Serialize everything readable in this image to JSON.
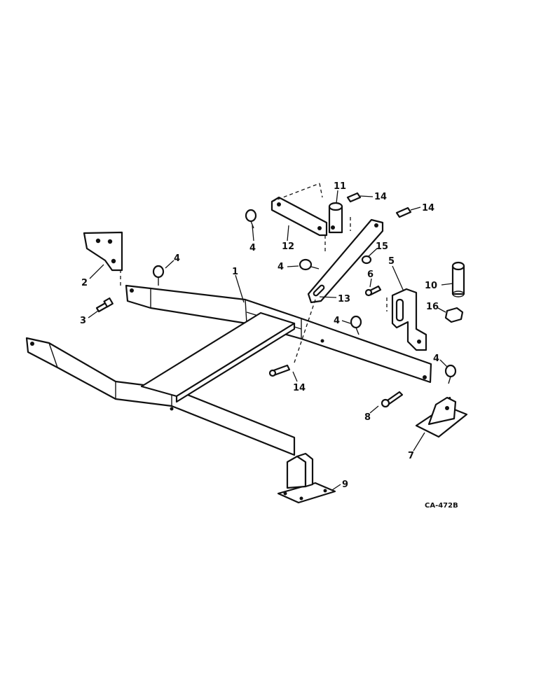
{
  "drawing_code": "CA-472B",
  "callouts": [
    {
      "id": "c1",
      "text": "1"
    },
    {
      "id": "c2",
      "text": "2"
    },
    {
      "id": "c3",
      "text": "3"
    },
    {
      "id": "c4a",
      "text": "4"
    },
    {
      "id": "c4b",
      "text": "4"
    },
    {
      "id": "c4c",
      "text": "4"
    },
    {
      "id": "c4d",
      "text": "4"
    },
    {
      "id": "c4e",
      "text": "4"
    },
    {
      "id": "c5",
      "text": "5"
    },
    {
      "id": "c6",
      "text": "6"
    },
    {
      "id": "c7",
      "text": "7"
    },
    {
      "id": "c8",
      "text": "8"
    },
    {
      "id": "c9",
      "text": "9"
    },
    {
      "id": "c10",
      "text": "10"
    },
    {
      "id": "c11",
      "text": "11"
    },
    {
      "id": "c12",
      "text": "12"
    },
    {
      "id": "c13",
      "text": "13"
    },
    {
      "id": "c14a",
      "text": "14"
    },
    {
      "id": "c14b",
      "text": "14"
    },
    {
      "id": "c14c",
      "text": "14"
    },
    {
      "id": "c15",
      "text": "15"
    },
    {
      "id": "c16",
      "text": "16"
    }
  ]
}
